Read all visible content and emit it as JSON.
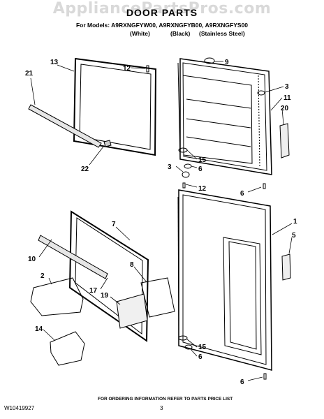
{
  "watermark": "AppliancePartsPros.com",
  "title": "DOOR PARTS",
  "models_line": "For Models: A9RXNGFYW00, A9RXNGFYB00, A9RXNGFYS00",
  "variants": [
    "(White)",
    "(Black)",
    "(Stainless Steel)"
  ],
  "footer_note": "FOR ORDERING INFORMATION REFER TO PARTS PRICE LIST",
  "doc_number": "W10419927",
  "page_number": "3",
  "callouts": [
    {
      "id": "c21",
      "text": "21"
    },
    {
      "id": "c13",
      "text": "13"
    },
    {
      "id": "c12a",
      "text": "12"
    },
    {
      "id": "c9",
      "text": "9"
    },
    {
      "id": "c3a",
      "text": "3"
    },
    {
      "id": "c11",
      "text": "11"
    },
    {
      "id": "c20",
      "text": "20"
    },
    {
      "id": "c22",
      "text": "22"
    },
    {
      "id": "c15a",
      "text": "15"
    },
    {
      "id": "c6a",
      "text": "6"
    },
    {
      "id": "c3b",
      "text": "3"
    },
    {
      "id": "c12b",
      "text": "12"
    },
    {
      "id": "c6b",
      "text": "6"
    },
    {
      "id": "c7",
      "text": "7"
    },
    {
      "id": "c1",
      "text": "1"
    },
    {
      "id": "c10",
      "text": "10"
    },
    {
      "id": "c5",
      "text": "5"
    },
    {
      "id": "c2",
      "text": "2"
    },
    {
      "id": "c8",
      "text": "8"
    },
    {
      "id": "c17",
      "text": "17"
    },
    {
      "id": "c19",
      "text": "19"
    },
    {
      "id": "c14",
      "text": "14"
    },
    {
      "id": "c15b",
      "text": "15"
    },
    {
      "id": "c6c",
      "text": "6"
    },
    {
      "id": "c6d",
      "text": "6"
    }
  ]
}
